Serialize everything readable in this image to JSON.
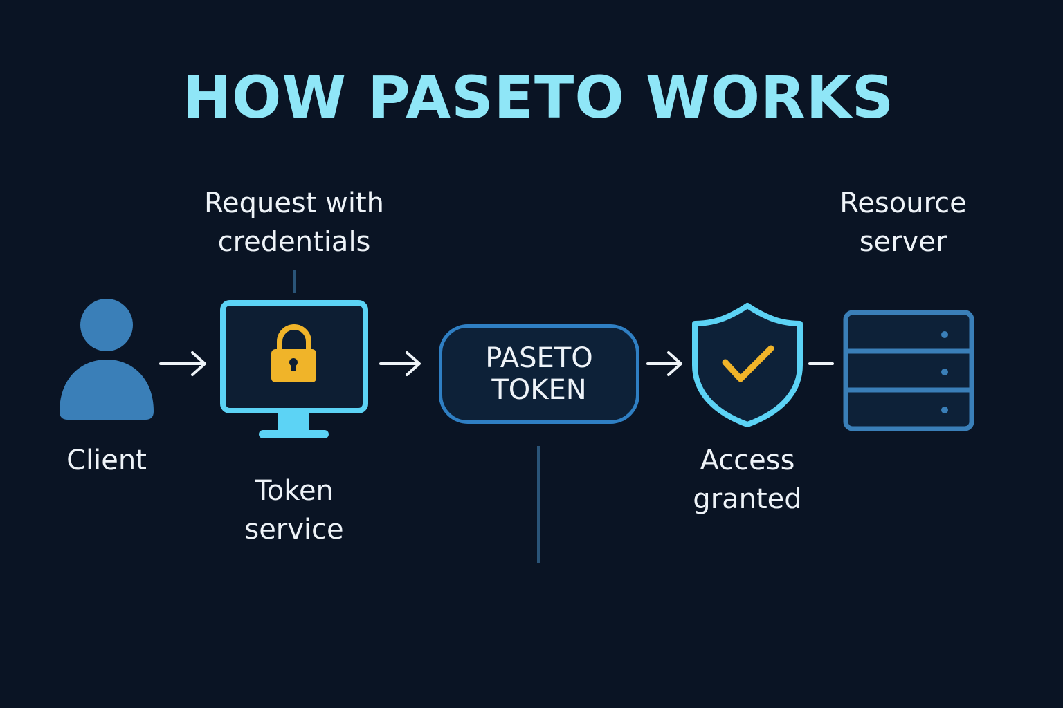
{
  "title": "HOW PASETO WORKS",
  "labels": {
    "request": [
      "Request with",
      "credentials"
    ],
    "client": "Client",
    "token_service": [
      "Token",
      "service"
    ],
    "token": [
      "PASETO",
      "TOKEN"
    ],
    "access": [
      "Access",
      "granted"
    ],
    "resource": [
      "Resource",
      "server"
    ]
  },
  "colors": {
    "background": "#0a1424",
    "title": "#8fe6f7",
    "cyan": "#5cd3f5",
    "blue": "#3a7fb8",
    "gold": "#f0b429",
    "text": "#eef3f8"
  },
  "icons": {
    "client": "user-icon",
    "token_service": "monitor-lock-icon",
    "access": "shield-check-icon",
    "resource": "server-icon"
  }
}
